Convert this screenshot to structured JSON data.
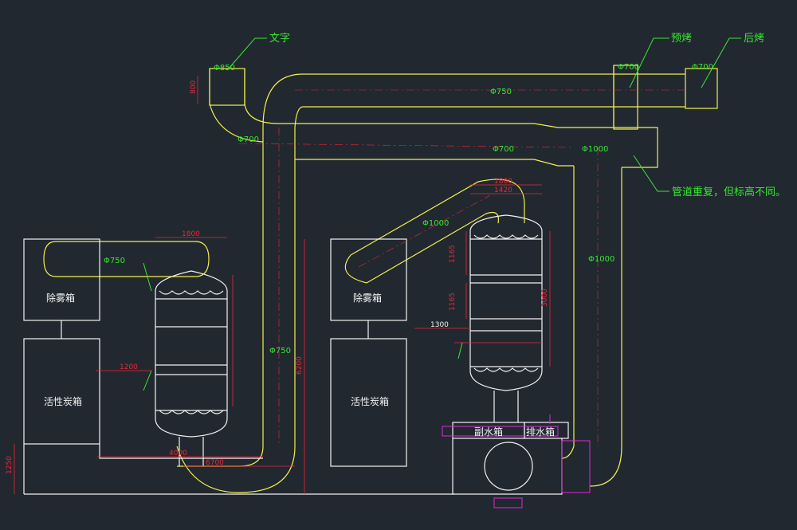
{
  "colors": {
    "background": "#212830",
    "duct": "#f4f04a",
    "equipment": "#f2f2f2",
    "dimension": "#e8283a",
    "label": "#37e82f",
    "leader": "#37e82f",
    "pump": "#e02ad8"
  },
  "callouts": {
    "text": "文字",
    "preheat": "预烤",
    "postbake": "后烤",
    "note": "管道重复，但标高不同。"
  },
  "duct_labels": {
    "d850": "Φ850",
    "d700_top_a": "Φ700",
    "d700_top_b": "Φ700",
    "d750_top": "Φ750",
    "d700_left": "Φ700",
    "d700_mid": "Φ700",
    "d1000_mid": "Φ1000",
    "d1000_diag": "Φ1000",
    "d1000_right": "Φ1000",
    "d750_left": "Φ750",
    "d750_vert": "Φ750"
  },
  "equipment": {
    "mist_box_1": "除雾箱",
    "carbon_box_1": "活性炭箱",
    "mist_box_2": "除雾箱",
    "carbon_box_2": "活性炭箱",
    "water_tank": "副水箱",
    "drain_tank": "排水箱"
  },
  "dimensions": {
    "dim_4000": "4000",
    "dim_6700": "6700",
    "dim_6200": "6200",
    "dim_1250": "1250",
    "dim_1300": "1300",
    "dim_1200": "1200",
    "dim_1800_a": "1800",
    "dim_1800_b": "1800",
    "dim_1420": "1420",
    "dim_1165_a": "1165",
    "dim_1165_b": "1165",
    "dim_3000": "3000",
    "dim_800": "800"
  }
}
